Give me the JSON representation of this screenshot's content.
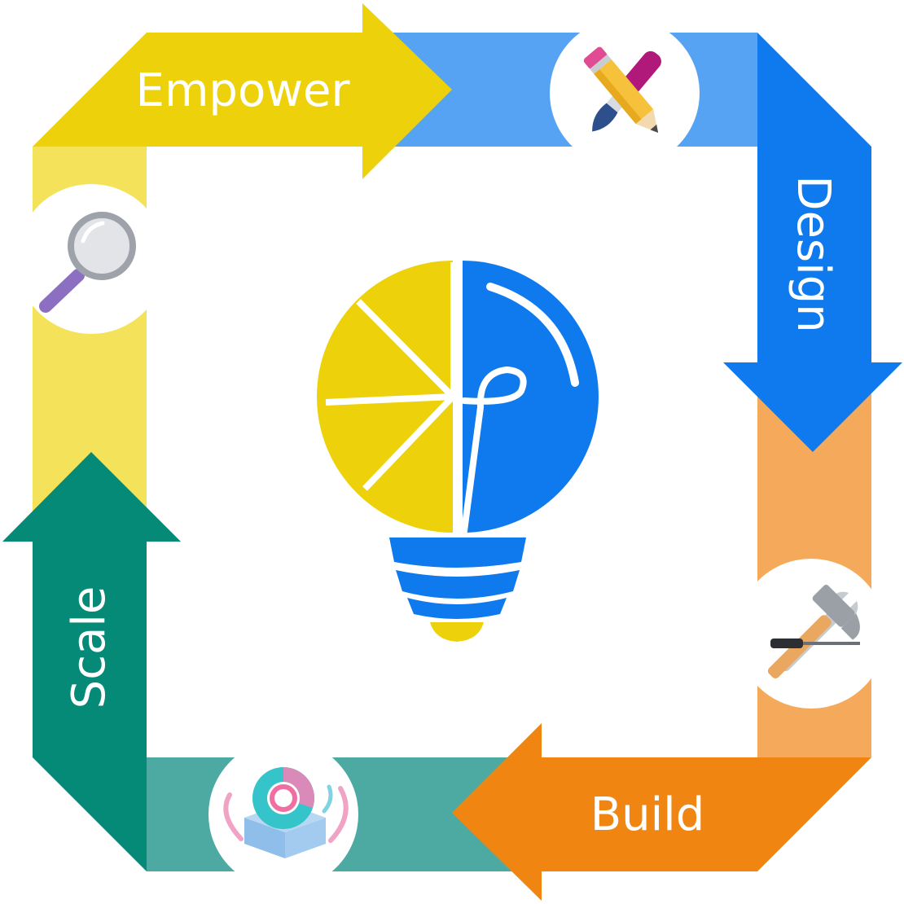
{
  "diagram": {
    "stages": [
      {
        "id": "empower",
        "label": "Empower",
        "icon": "magnifier-icon"
      },
      {
        "id": "design",
        "label": "Design",
        "icon": "pencil-brush-icon"
      },
      {
        "id": "build",
        "label": "Build",
        "icon": "tools-icon"
      },
      {
        "id": "scale",
        "label": "Scale",
        "icon": "chart-box-icon"
      }
    ],
    "center_icon": "lightbulb-icon",
    "colors": {
      "empower": "#EDD20B",
      "empower_light": "#F4E25A",
      "design": "#0E7AEE",
      "design_light": "#56A3F4",
      "build": "#F08512",
      "build_light": "#F5AA5B",
      "scale": "#058A78",
      "scale_light": "#4DAAA3",
      "bulb_yellow": "#EDD20B",
      "bulb_blue": "#0E7AEE"
    }
  }
}
